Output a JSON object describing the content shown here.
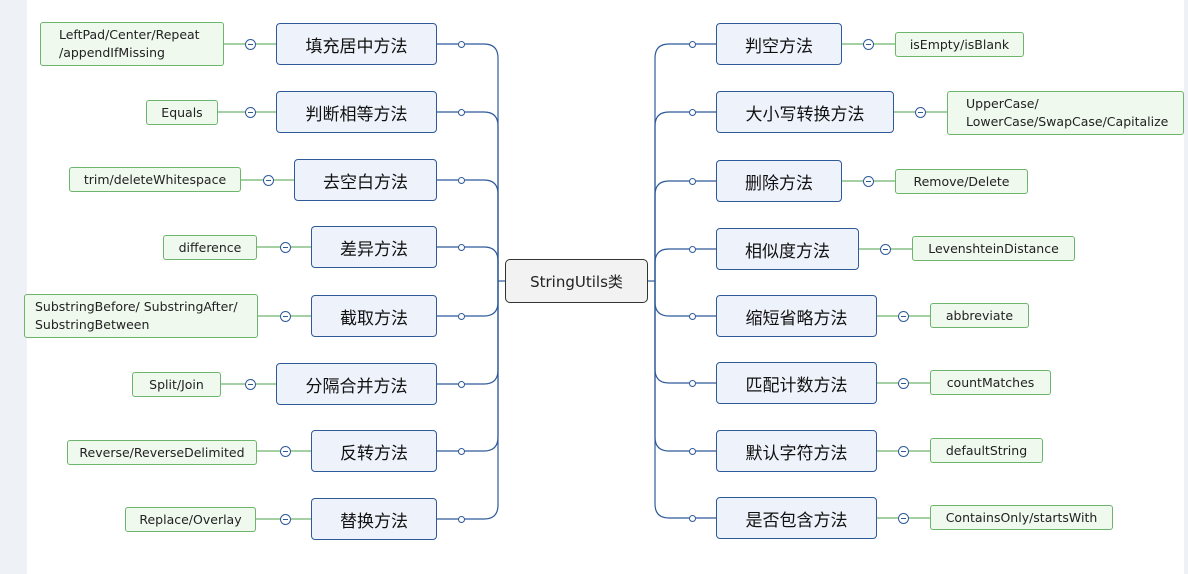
{
  "root": {
    "label": "StringUtils类"
  },
  "left_topics": [
    {
      "label": "填充居中方法",
      "leaf": "LeftPad/Center/Repeat\n/appendIfMissing"
    },
    {
      "label": "判断相等方法",
      "leaf": "Equals"
    },
    {
      "label": "去空白方法",
      "leaf": "trim/deleteWhitespace"
    },
    {
      "label": "差异方法",
      "leaf": "difference"
    },
    {
      "label": "截取方法",
      "leaf": "SubstringBefore/ SubstringAfter/\nSubstringBetween"
    },
    {
      "label": "分隔合并方法",
      "leaf": "Split/Join"
    },
    {
      "label": "反转方法",
      "leaf": "Reverse/ReverseDelimited"
    },
    {
      "label": "替换方法",
      "leaf": "Replace/Overlay"
    }
  ],
  "right_topics": [
    {
      "label": "判空方法",
      "leaf": "isEmpty/isBlank"
    },
    {
      "label": "大小写转换方法",
      "leaf": "UpperCase/\nLowerCase/SwapCase/Capitalize"
    },
    {
      "label": "删除方法",
      "leaf": "Remove/Delete"
    },
    {
      "label": "相似度方法",
      "leaf": "LevenshteinDistance"
    },
    {
      "label": "缩短省略方法",
      "leaf": "abbreviate"
    },
    {
      "label": "匹配计数方法",
      "leaf": "countMatches"
    },
    {
      "label": "默认字符方法",
      "leaf": "defaultString"
    },
    {
      "label": "是否包含方法",
      "leaf": "ContainsOnly/startsWith"
    }
  ],
  "colors": {
    "topic_border": "#2f5a9a",
    "topic_fill": "#eef3fb",
    "leaf_border": "#6db56d",
    "leaf_fill": "#eff9ee",
    "root_border": "#333333"
  }
}
